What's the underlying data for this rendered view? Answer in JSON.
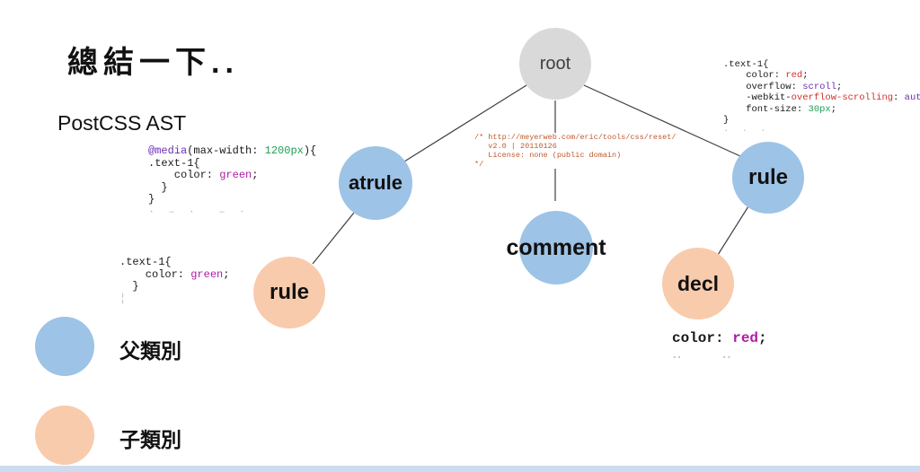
{
  "slide": {
    "title": "總結一下..",
    "subtitle": "PostCSS AST"
  },
  "palette": {
    "parent_blue": "#9DC3E6",
    "child_orange": "#F8CBAD",
    "root_gray": "#D9D9D9",
    "edge_line": "#3F3F3F",
    "code_plain": "#1A1A1A",
    "code_purple": "#6B2FB3",
    "code_magenta": "#B01BA4",
    "code_red": "#D0312D",
    "code_green": "#1E9E55",
    "code_comment": "#C05A2E",
    "code_artifact": "#BDBDBD",
    "bottom_bar": "#CCDCF0"
  },
  "nodes": {
    "root": {
      "label": "root",
      "type": "root"
    },
    "atrule": {
      "label": "atrule",
      "type": "parent"
    },
    "comment": {
      "label": "comment",
      "type": "parent"
    },
    "rule_left": {
      "label": "rule",
      "type": "child"
    },
    "rule_right": {
      "label": "rule",
      "type": "parent"
    },
    "decl": {
      "label": "decl",
      "type": "child"
    }
  },
  "legend": {
    "parent": {
      "label": "父類別",
      "color_ref": "parent_blue"
    },
    "child": {
      "label": "子類別",
      "color_ref": "child_orange"
    }
  },
  "code_blocks": {
    "atrule_code": {
      "lines": [
        [
          {
            "t": "@media",
            "c": "purple"
          },
          {
            "t": "(max-width: ",
            "c": "plain"
          },
          {
            "t": "1200px",
            "c": "green"
          },
          {
            "t": "){",
            "c": "plain"
          }
        ],
        [
          {
            "t": ".text-1{",
            "c": "plain"
          }
        ],
        [
          {
            "t": "    color: ",
            "c": "plain"
          },
          {
            "t": "green",
            "c": "magenta"
          },
          {
            "t": ";",
            "c": "plain"
          }
        ],
        [
          {
            "t": "  }",
            "c": "plain"
          }
        ],
        [
          {
            "t": "}",
            "c": "plain"
          }
        ]
      ],
      "artifact": "· – ·  – ·"
    },
    "rule_left_code": {
      "lines": [
        [
          {
            "t": ".text-1{",
            "c": "plain"
          }
        ],
        [
          {
            "t": "    color: ",
            "c": "plain"
          },
          {
            "t": "green",
            "c": "magenta"
          },
          {
            "t": ";",
            "c": "plain"
          }
        ],
        [
          {
            "t": "  }",
            "c": "plain"
          }
        ]
      ],
      "artifact": "¦"
    },
    "rule_right_code": {
      "lines": [
        [
          {
            "t": ".text-1{",
            "c": "plain"
          }
        ],
        [
          {
            "t": "    color: ",
            "c": "plain"
          },
          {
            "t": "red",
            "c": "red"
          },
          {
            "t": ";",
            "c": "plain"
          }
        ],
        [
          {
            "t": "    overflow: ",
            "c": "plain"
          },
          {
            "t": "scroll",
            "c": "purple"
          },
          {
            "t": ";",
            "c": "plain"
          }
        ],
        [
          {
            "t": "    -webkit-",
            "c": "plain"
          },
          {
            "t": "overflow-scrolling",
            "c": "red"
          },
          {
            "t": ": ",
            "c": "plain"
          },
          {
            "t": "auto",
            "c": "purple"
          },
          {
            "t": ";",
            "c": "plain"
          }
        ],
        [
          {
            "t": "    font-size: ",
            "c": "plain"
          },
          {
            "t": "30px",
            "c": "green"
          },
          {
            "t": ";",
            "c": "plain"
          }
        ],
        [
          {
            "t": "}",
            "c": "plain"
          }
        ]
      ],
      "artifact": "· · ·"
    },
    "comment_code": {
      "lines": [
        [
          {
            "t": "/* http://meyerweb.com/eric/tools/css/reset/",
            "c": "comment"
          }
        ],
        [
          {
            "t": "   v2.0 | 20110126",
            "c": "comment"
          }
        ],
        [
          {
            "t": "   License: none (public domain)",
            "c": "comment"
          }
        ],
        [
          {
            "t": "*/",
            "c": "comment"
          }
        ]
      ],
      "artifact": ""
    },
    "decl_code": {
      "lines": [
        [
          {
            "t": "color: ",
            "c": "plain"
          },
          {
            "t": "red",
            "c": "magenta"
          },
          {
            "t": ";",
            "c": "plain"
          }
        ]
      ],
      "artifact": "‥   ‥"
    }
  }
}
